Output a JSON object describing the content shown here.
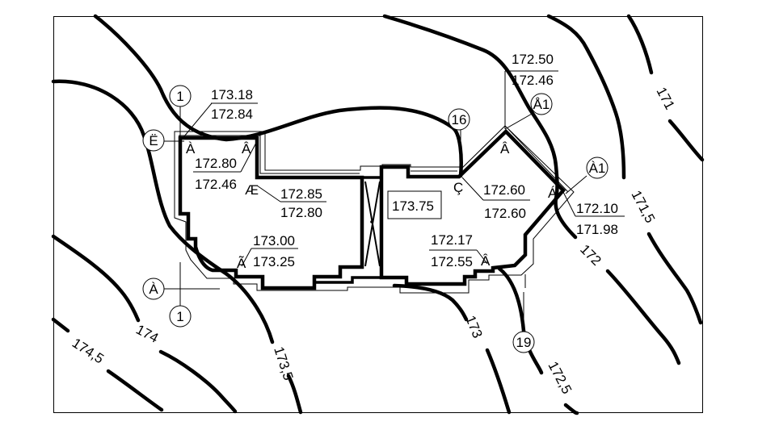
{
  "contours": [
    "174,5",
    "174",
    "173,5",
    "173",
    "172,5",
    "172",
    "171,5",
    "171"
  ],
  "elevations": {
    "nw_corner": {
      "top": "173.18",
      "bottom": "172.84"
    },
    "w_inner": {
      "top": "172.80",
      "bottom": "172.46"
    },
    "center_left": {
      "top": "172.85",
      "bottom": "172.80"
    },
    "south_left": {
      "top": "173.00",
      "bottom": "173.25"
    },
    "floor": "173.75",
    "ne_top": {
      "top": "172.50",
      "bottom": "172.46"
    },
    "east_mid": {
      "top": "172.60",
      "bottom": "172.60"
    },
    "east_corner": {
      "top": "172.10",
      "bottom": "171.98"
    },
    "south_right": {
      "top": "172.17",
      "bottom": "172.55"
    }
  },
  "axes": {
    "a1_top": "1",
    "a1_bottom": "1",
    "e": "Ë",
    "a_left": "À",
    "a16": "16",
    "a19": "19",
    "a_ne": "Å1",
    "a_e": "À1"
  },
  "points": {
    "p_a_nw": "À",
    "p_a_n": "Â",
    "p_ae": "Æ",
    "p_ac": "Ã",
    "p_c": "Ç",
    "p_a_top": "Â",
    "p_a_east": "Á",
    "p_a_south": "Â"
  }
}
